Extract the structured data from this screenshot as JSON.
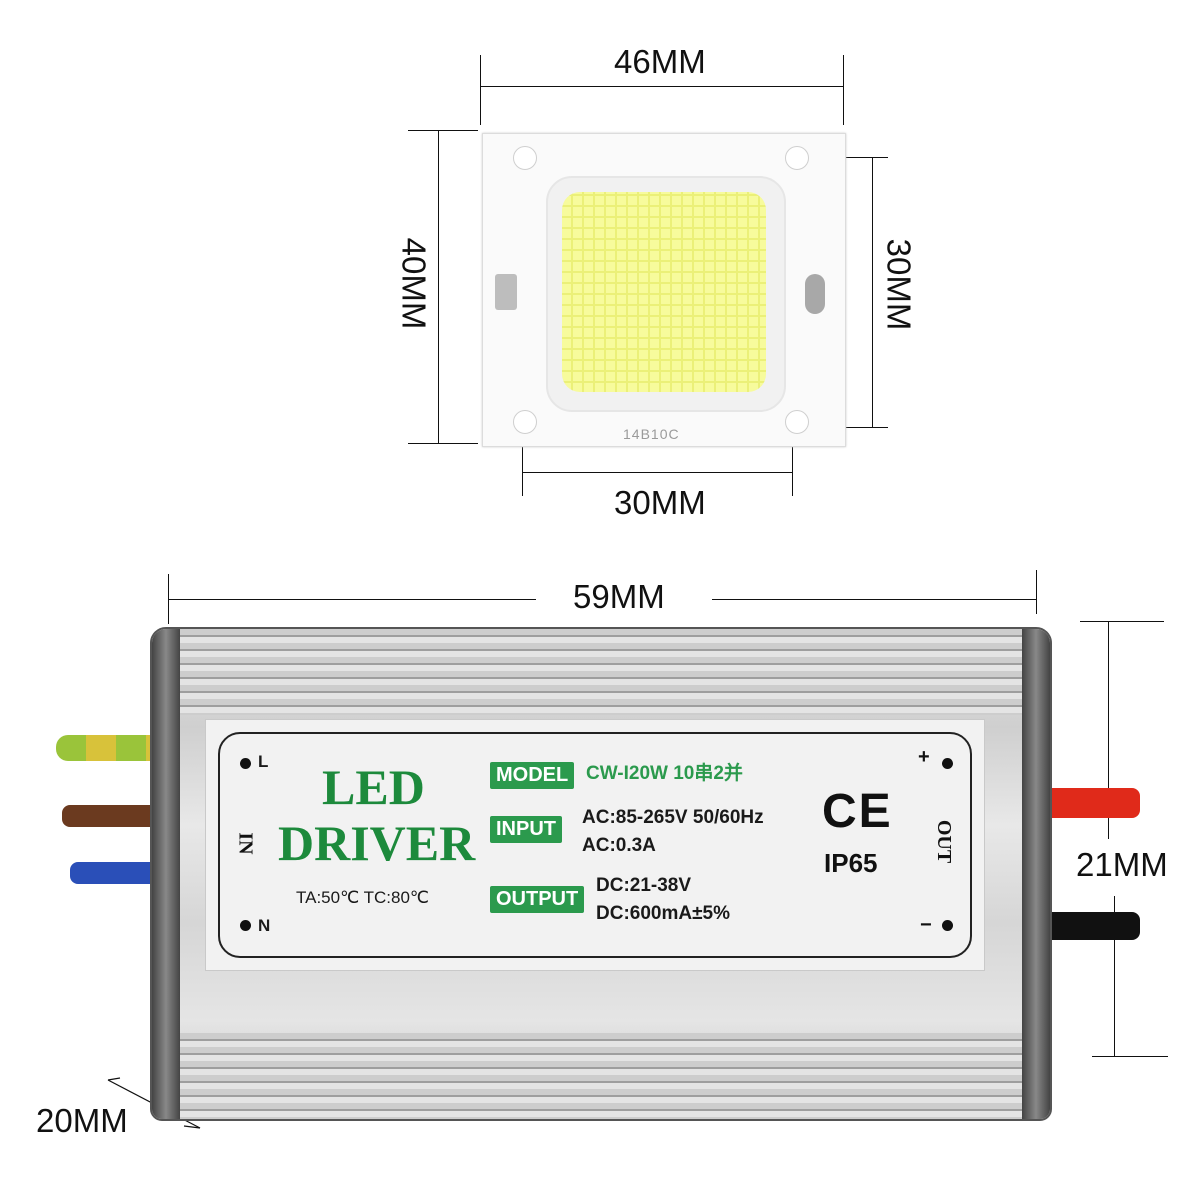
{
  "led_module": {
    "width_label": "46MM",
    "height_label": "40MM",
    "mount_height_label": "30MM",
    "mount_width_label": "30MM",
    "chip_code": "14B10C"
  },
  "driver": {
    "length_label": "59MM",
    "height_label": "21MM",
    "depth_label": "20MM",
    "title_line1": "LED",
    "title_line2": "DRIVER",
    "temps": "TA:50℃  TC:80℃",
    "in_label": "IN",
    "out_label": "OUT",
    "terminal_l": "L",
    "terminal_n": "N",
    "terminal_plus": "+",
    "terminal_minus": "−",
    "model_tag": "MODEL",
    "model_value": "CW-I20W  10串2并",
    "input_tag": "INPUT",
    "input_line1": "AC:85-265V  50/60Hz",
    "input_line2": "AC:0.3A",
    "output_tag": "OUTPUT",
    "output_line1": "DC:21-38V",
    "output_line2": "DC:600mA±5%",
    "ce_mark": "CE",
    "ip_rating": "IP65"
  },
  "colors": {
    "label_green": "#2b9a4d",
    "title_green": "#1d8a3c",
    "chip_yellow": "#f7fb9c",
    "wire_red": "#e02a1a",
    "wire_black": "#111111",
    "wire_brown": "#6b3a1f",
    "wire_blue": "#2a4fb8",
    "wire_green_yellow": "#8fbf3a"
  }
}
